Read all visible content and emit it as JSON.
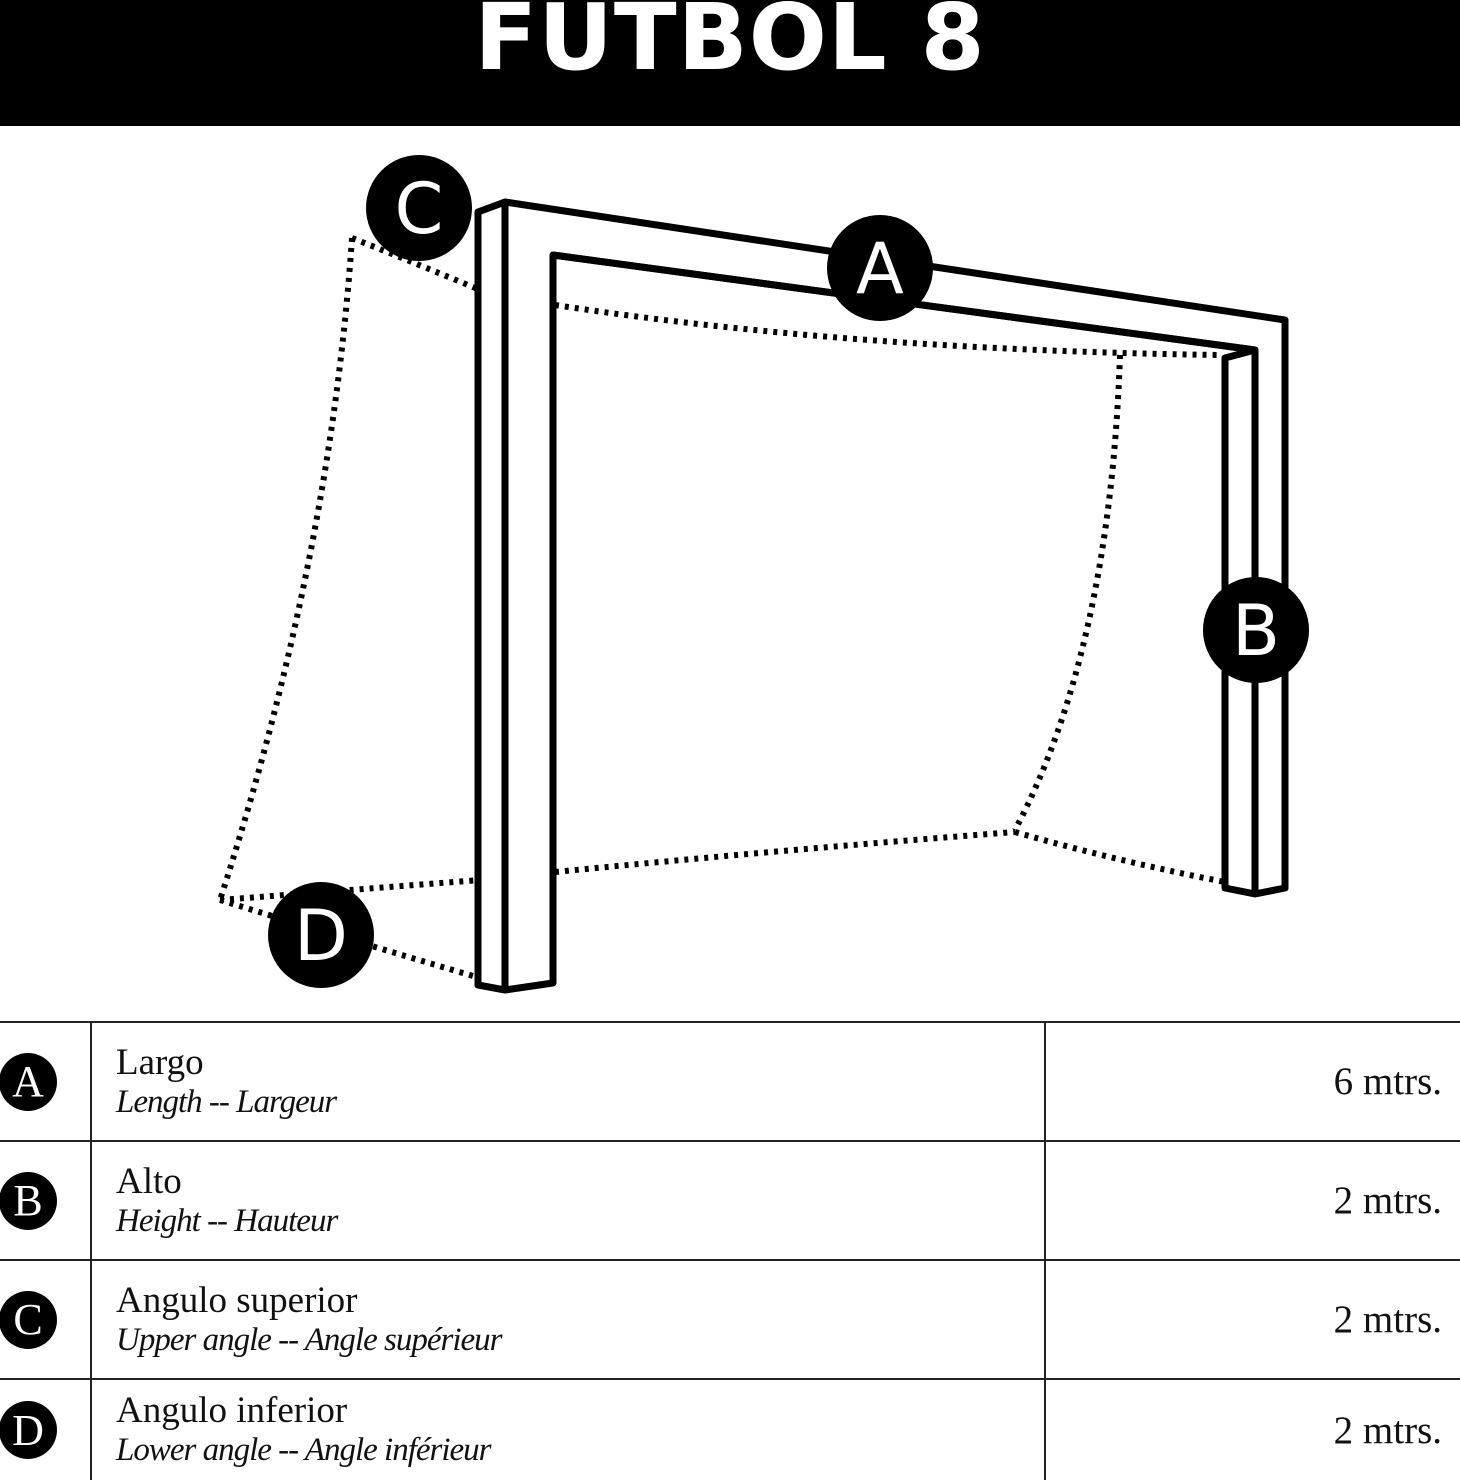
{
  "header": {
    "title": "FÚTBOL 8"
  },
  "diagram": {
    "markers": [
      "A",
      "B",
      "C",
      "D"
    ]
  },
  "specs": [
    {
      "letter": "A",
      "name": "Largo",
      "translation": "Length -- Largeur",
      "value": "6 mtrs."
    },
    {
      "letter": "B",
      "name": "Alto",
      "translation": "Height -- Hauteur",
      "value": "2 mtrs."
    },
    {
      "letter": "C",
      "name": "Angulo superior",
      "translation": "Upper angle -- Angle supérieur",
      "value": "2 mtrs."
    },
    {
      "letter": "D",
      "name": "Angulo inferior",
      "translation": "Lower angle -- Angle inférieur",
      "value": "2 mtrs."
    }
  ]
}
